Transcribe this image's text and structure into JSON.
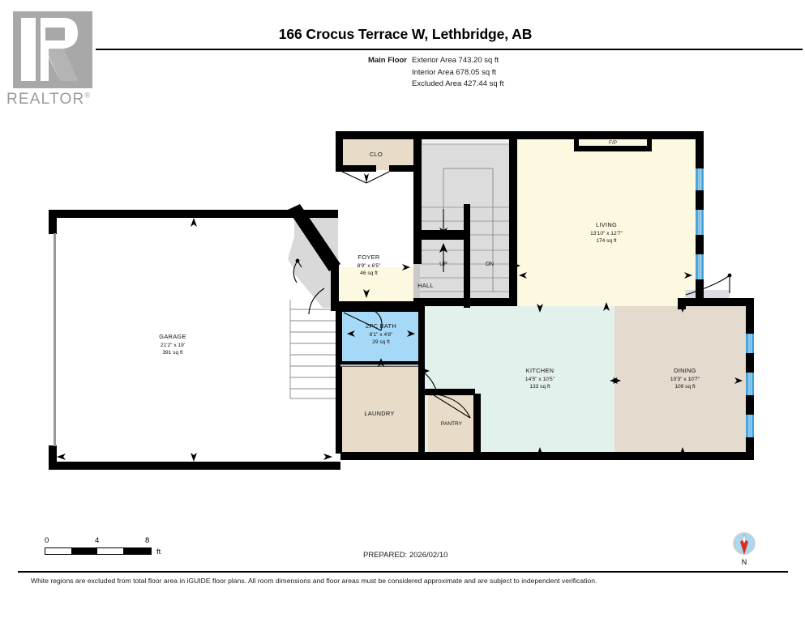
{
  "header": {
    "title": "166 Crocus Terrace W, Lethbridge, AB",
    "logo_word": "REALTOR",
    "logo_name": "realtor-logo"
  },
  "area_summary": {
    "floor_label": "Main Floor",
    "exterior_area": "Exterior Area 743.20 sq ft",
    "interior_area": "Interior Area 678.05 sq ft",
    "excluded_area": "Excluded Area 427.44 sq ft"
  },
  "rooms": [
    {
      "key": "garage",
      "name": "GARAGE",
      "dimensions": "21'2\" x 19'",
      "area": "391 sq ft",
      "fill": "#ffffff"
    },
    {
      "key": "foyer",
      "name": "FOYER",
      "dimensions": "8'9\" x 6'5\"",
      "area": "46 sq ft",
      "fill": "#d9d9d9"
    },
    {
      "key": "clo",
      "name": "CLO",
      "dimensions": "",
      "area": "",
      "fill": "#e8dcc9"
    },
    {
      "key": "hall",
      "name": "HALL",
      "dimensions": "",
      "area": "",
      "fill": "#fdf8e0"
    },
    {
      "key": "living",
      "name": "LIVING",
      "dimensions": "13'10\" x 12'7\"",
      "area": "174 sq ft",
      "fill": "#fdf8e0"
    },
    {
      "key": "kitchen",
      "name": "KITCHEN",
      "dimensions": "14'5\" x 10'5\"",
      "area": "133 sq ft",
      "fill": "#e3f1ec"
    },
    {
      "key": "dining",
      "name": "DINING",
      "dimensions": "10'3\" x 10'7\"",
      "area": "109 sq ft",
      "fill": "#e4dace"
    },
    {
      "key": "bath",
      "name": "2PC BATH",
      "dimensions": "6'1\" x 4'8\"",
      "area": "29 sq ft",
      "fill": "#a6d9f7"
    },
    {
      "key": "laundry",
      "name": "LAUNDRY",
      "dimensions": "",
      "area": "",
      "fill": "#e8dcc9"
    },
    {
      "key": "pantry",
      "name": "PANTRY",
      "dimensions": "",
      "area": "",
      "fill": "#e8dcc9"
    }
  ],
  "features": {
    "fireplace": "F/P",
    "stairs_up": "UP",
    "stairs_down": "DN"
  },
  "scalebar": {
    "tick_0": "0",
    "tick_4": "4",
    "tick_8": "8",
    "unit": "ft"
  },
  "prepared": "PREPARED: 2026/02/10",
  "compass": {
    "north_label": "N"
  },
  "footer": {
    "note": "White regions are excluded from total floor area in iGUIDE floor plans. All room dimensions and floor areas must be considered approximate and are subject to independent verification."
  },
  "colors": {
    "wall": "#000000",
    "window": "#49a6dd",
    "living_fill": "#fdf8e0",
    "kitchen_fill": "#e3f1ec",
    "dining_fill": "#e4dace",
    "bath_fill": "#a6d9f7",
    "beige_fill": "#e8dcc9",
    "foyer_fill": "#d9d9d9",
    "stair_fill": "#dcdcdc",
    "compass_needle": "#e02b20",
    "compass_disc": "#a9d8ef"
  }
}
